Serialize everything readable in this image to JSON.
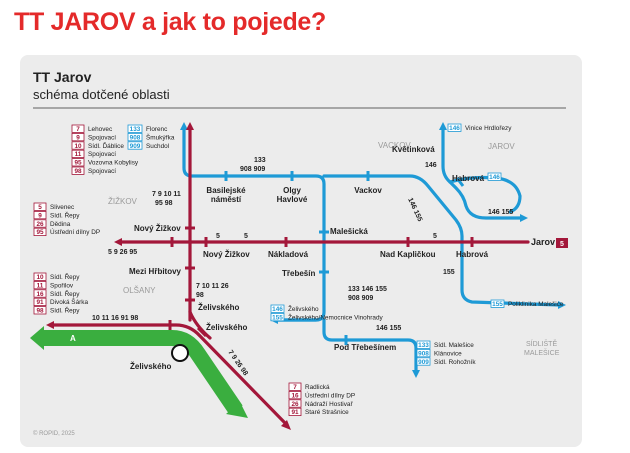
{
  "headline": "TT JAROV a jak to pojede?",
  "diagram_title": "TT Jarov",
  "diagram_subtitle": "schéma dotčené oblasti",
  "copyright": "© ROPID, 2025",
  "colors": {
    "tram": "#a3173a",
    "bus": "#1e9ad6",
    "diversion": "#3aae3f",
    "headline": "#e42a2a",
    "panel": "#ececec"
  },
  "districts": [
    "VACKOV",
    "JAROV",
    "ŽIŽKOV",
    "OLŠANY",
    "SÍDLIŠTĚ MALEŠICE"
  ],
  "stops": {
    "basilejske": "Basilejské náměstí",
    "olgy": "Olgy Havlové",
    "vackov": "Vackov",
    "kvetinkova": "Květinková",
    "habrova_top": "Habrová",
    "novy_zizkov": "Nový Žižkov",
    "novy_zizkov_b": "Nový Žižkov",
    "nakladova": "Nákladová",
    "malesicka": "Malešická",
    "nad_kaplickou": "Nad Kapličkou",
    "habrova": "Habrová",
    "jarov": "Jarov",
    "mezi_hrbitovy": "Mezi Hřbitovy",
    "zelivskeho1": "Želivského",
    "zelivskeho2": "Želivského",
    "zelivskeho3": "Želivského",
    "trebesin": "Třebešín",
    "pod_trebesinem": "Pod Třebešínem",
    "poliklinika": "Poliklinika Malešice"
  },
  "line_labels": {
    "l133_top": "133",
    "l908_909_top": "908 909",
    "l7_9_10_11": "7 9 10 11",
    "l95_98": "95 98",
    "l5_left": "5",
    "l5_mid": "5",
    "l5_right": "5",
    "l5_9_26_95": "5 9 26 95",
    "l7_10_11_26": "7 10 11 26",
    "l98_a": "98",
    "l10_11_16_91_98": "10 11 16 91 98",
    "l7_9_26": "7 9 26 98",
    "l146_side": "146",
    "l146_155_diag": "146 155",
    "l146_155_loop": "146 155",
    "l133_146_155": "133 146 155",
    "l908_909_mid": "908 909",
    "l146_155_low": "146 155",
    "l155": "155",
    "l_a": "A",
    "jarov_badge": "5"
  },
  "legend_tl": [
    {
      "num": "7",
      "name": "Lehovec"
    },
    {
      "num": "9",
      "name": "Spojovací"
    },
    {
      "num": "10",
      "name": "Sídl. Ďáblice"
    },
    {
      "num": "11",
      "name": "Spojovací"
    },
    {
      "num": "95",
      "name": "Vozovna Kobylisy"
    },
    {
      "num": "98",
      "name": "Spojovací"
    }
  ],
  "legend_bus_tl": [
    {
      "num": "133",
      "name": "Florenc"
    },
    {
      "num": "908",
      "name": "Šmukýřka"
    },
    {
      "num": "909",
      "name": "Suchdol"
    }
  ],
  "legend_left_mid": [
    {
      "num": "5",
      "name": "Slivenec"
    },
    {
      "num": "9",
      "name": "Sídl. Řepy"
    },
    {
      "num": "26",
      "name": "Dědina"
    },
    {
      "num": "95",
      "name": "Ústřední dílny DP"
    }
  ],
  "legend_left_low": [
    {
      "num": "10",
      "name": "Sídl. Řepy"
    },
    {
      "num": "11",
      "name": "Spořilov"
    },
    {
      "num": "16",
      "name": "Sídl. Řepy"
    },
    {
      "num": "91",
      "name": "Divoká Šárka"
    },
    {
      "num": "98",
      "name": "Sídl. Řepy"
    }
  ],
  "legend_bus_mid": [
    {
      "num": "146",
      "name": "Želivského"
    },
    {
      "num": "155",
      "name": "Želivského/Nemocnice Vinohrady"
    }
  ],
  "legend_bus_low": [
    {
      "num": "133",
      "name": "Sídl. Malešice"
    },
    {
      "num": "908",
      "name": "Klánovice"
    },
    {
      "num": "909",
      "name": "Sídl. Rohožník"
    }
  ],
  "legend_bus_tr": {
    "num": "146",
    "name": "Vinice Hrdlořezy"
  },
  "legend_bus_habrova": {
    "num": "146"
  },
  "legend_bus_poli": {
    "num": "155"
  },
  "legend_bottom": [
    {
      "num": "7",
      "name": "Radlická"
    },
    {
      "num": "16",
      "name": "Ústřední dílny DP"
    },
    {
      "num": "26",
      "name": "Nádraží Hostivař"
    },
    {
      "num": "91",
      "name": "Staré Strašnice"
    }
  ]
}
